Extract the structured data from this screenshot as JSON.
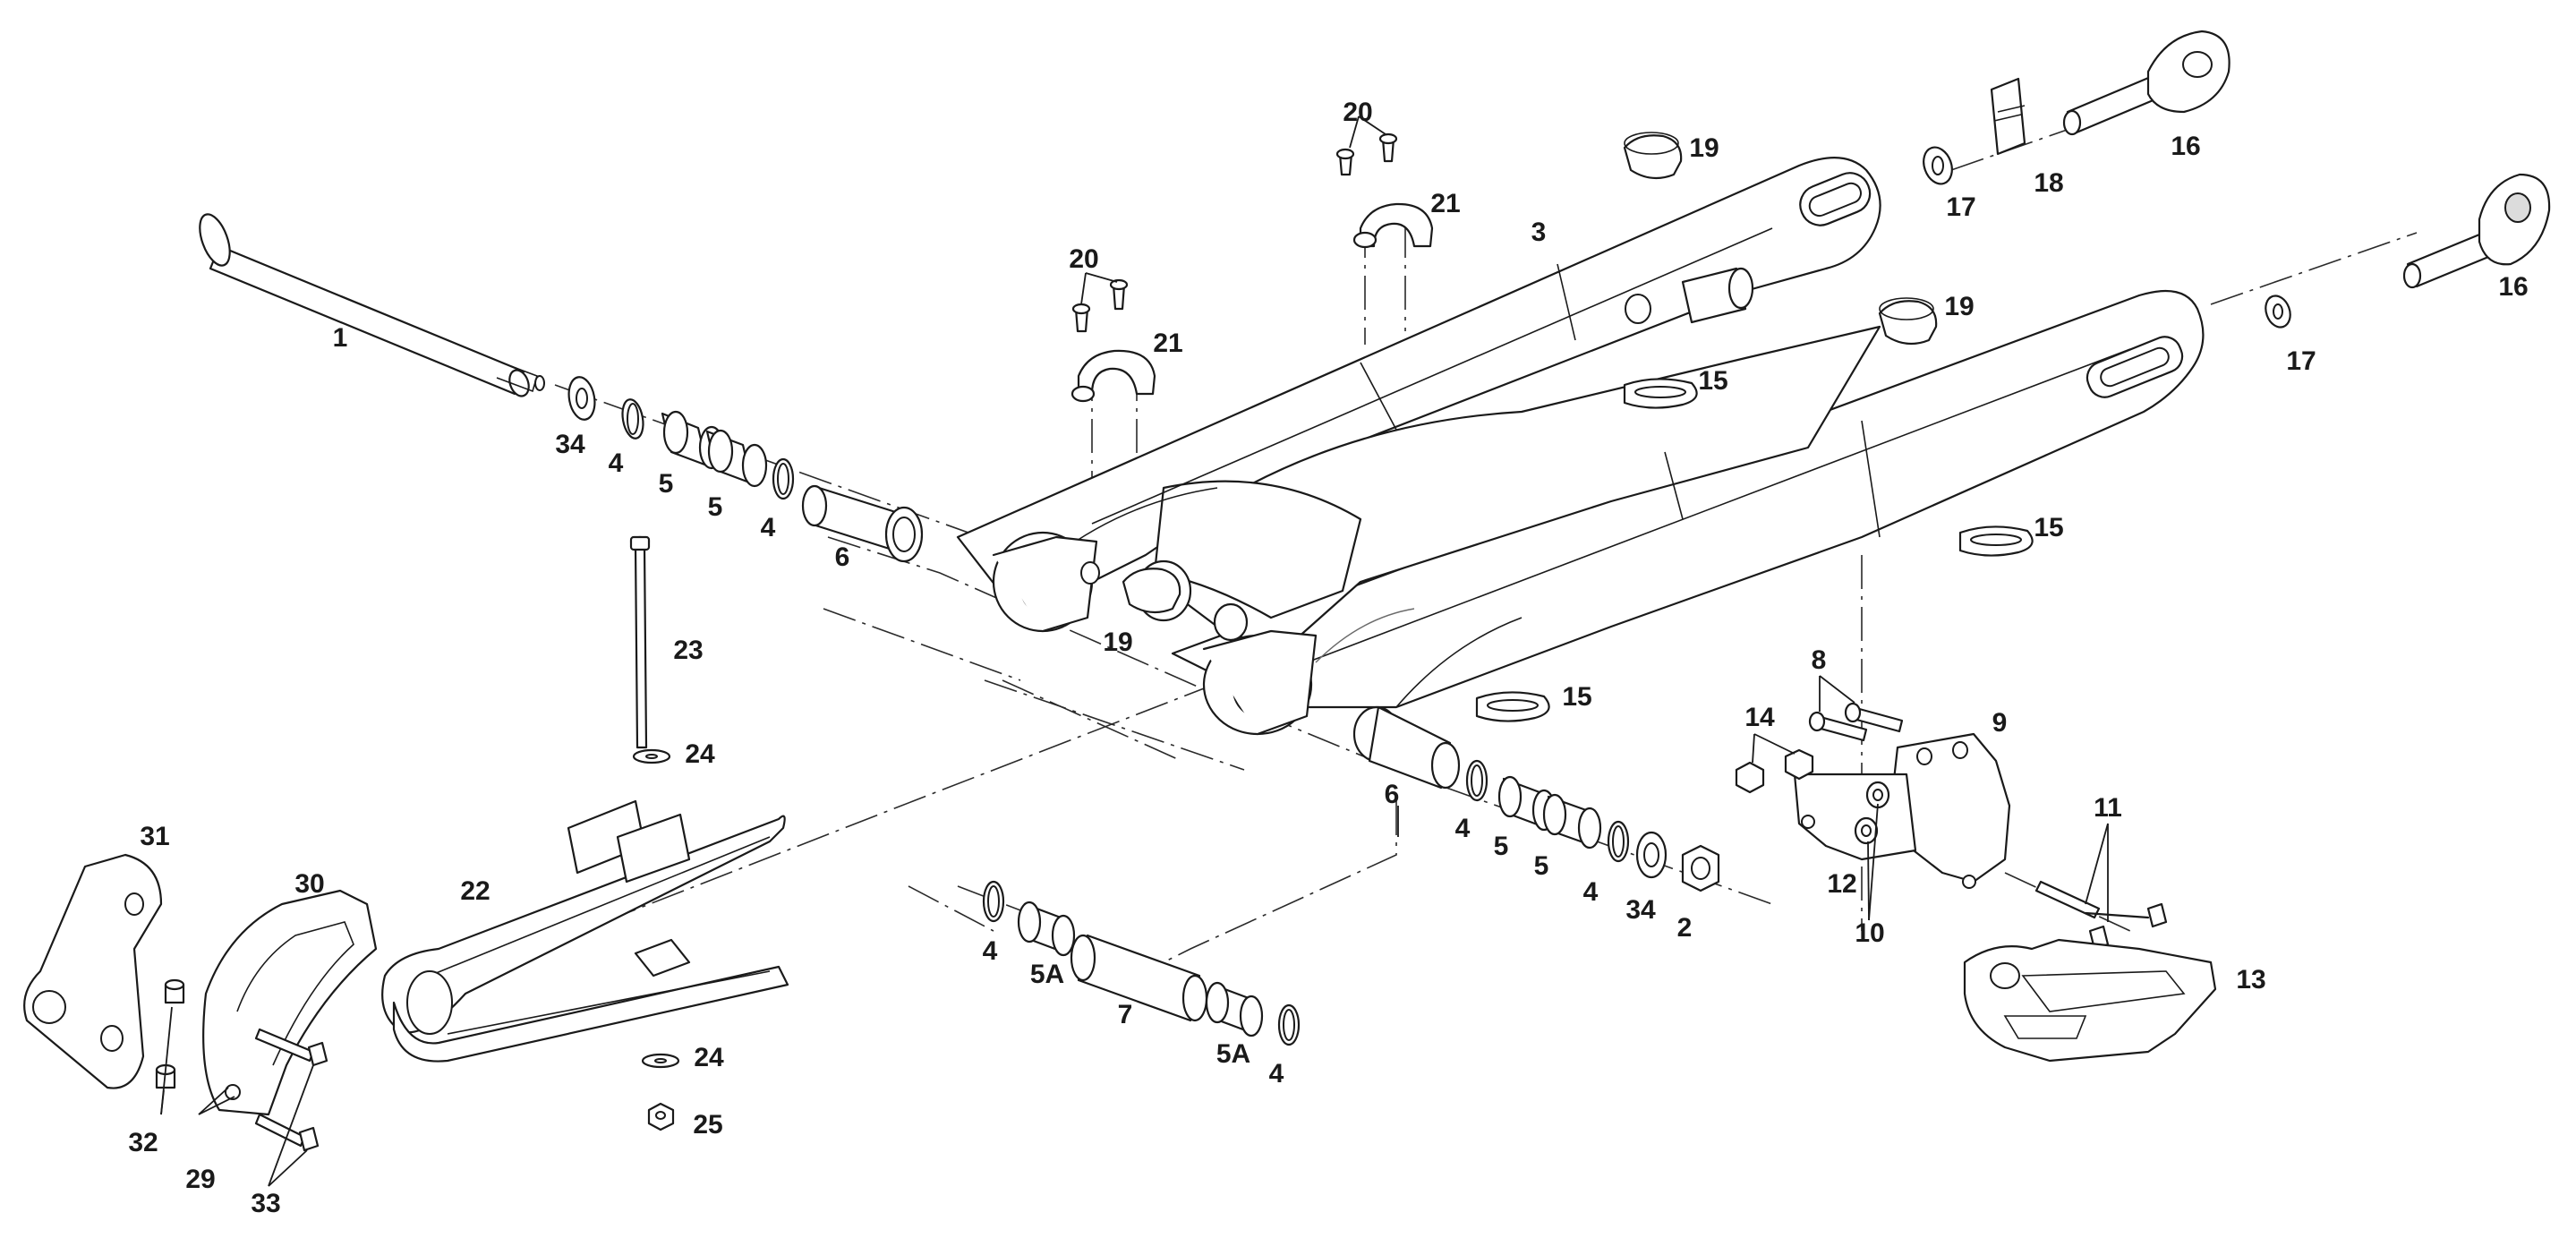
{
  "diagram": {
    "callouts": [
      {
        "id": "c-1",
        "text": "1"
      },
      {
        "id": "c-2",
        "text": "2"
      },
      {
        "id": "c-3",
        "text": "3"
      },
      {
        "id": "c-4a",
        "text": "4"
      },
      {
        "id": "c-4b",
        "text": "4"
      },
      {
        "id": "c-4c",
        "text": "4"
      },
      {
        "id": "c-4d",
        "text": "4"
      },
      {
        "id": "c-4e",
        "text": "4"
      },
      {
        "id": "c-4f",
        "text": "4"
      },
      {
        "id": "c-5a",
        "text": "5"
      },
      {
        "id": "c-5b",
        "text": "5"
      },
      {
        "id": "c-5c",
        "text": "5"
      },
      {
        "id": "c-5d",
        "text": "5"
      },
      {
        "id": "c-5A-a",
        "text": "5A"
      },
      {
        "id": "c-5A-b",
        "text": "5A"
      },
      {
        "id": "c-6a",
        "text": "6"
      },
      {
        "id": "c-6b",
        "text": "6"
      },
      {
        "id": "c-7",
        "text": "7"
      },
      {
        "id": "c-8",
        "text": "8"
      },
      {
        "id": "c-9",
        "text": "9"
      },
      {
        "id": "c-10",
        "text": "10"
      },
      {
        "id": "c-11",
        "text": "11"
      },
      {
        "id": "c-12",
        "text": "12"
      },
      {
        "id": "c-13",
        "text": "13"
      },
      {
        "id": "c-14",
        "text": "14"
      },
      {
        "id": "c-15a",
        "text": "15"
      },
      {
        "id": "c-15b",
        "text": "15"
      },
      {
        "id": "c-15c",
        "text": "15"
      },
      {
        "id": "c-16a",
        "text": "16"
      },
      {
        "id": "c-16b",
        "text": "16"
      },
      {
        "id": "c-17a",
        "text": "17"
      },
      {
        "id": "c-17b",
        "text": "17"
      },
      {
        "id": "c-18",
        "text": "18"
      },
      {
        "id": "c-19a",
        "text": "19"
      },
      {
        "id": "c-19b",
        "text": "19"
      },
      {
        "id": "c-19c",
        "text": "19"
      },
      {
        "id": "c-20a",
        "text": "20"
      },
      {
        "id": "c-20b",
        "text": "20"
      },
      {
        "id": "c-21a",
        "text": "21"
      },
      {
        "id": "c-21b",
        "text": "21"
      },
      {
        "id": "c-22",
        "text": "22"
      },
      {
        "id": "c-23",
        "text": "23"
      },
      {
        "id": "c-24a",
        "text": "24"
      },
      {
        "id": "c-24b",
        "text": "24"
      },
      {
        "id": "c-25",
        "text": "25"
      },
      {
        "id": "c-29",
        "text": "29"
      },
      {
        "id": "c-30",
        "text": "30"
      },
      {
        "id": "c-31",
        "text": "31"
      },
      {
        "id": "c-32",
        "text": "32"
      },
      {
        "id": "c-33",
        "text": "33"
      },
      {
        "id": "c-34a",
        "text": "34"
      },
      {
        "id": "c-34b",
        "text": "34"
      }
    ]
  }
}
